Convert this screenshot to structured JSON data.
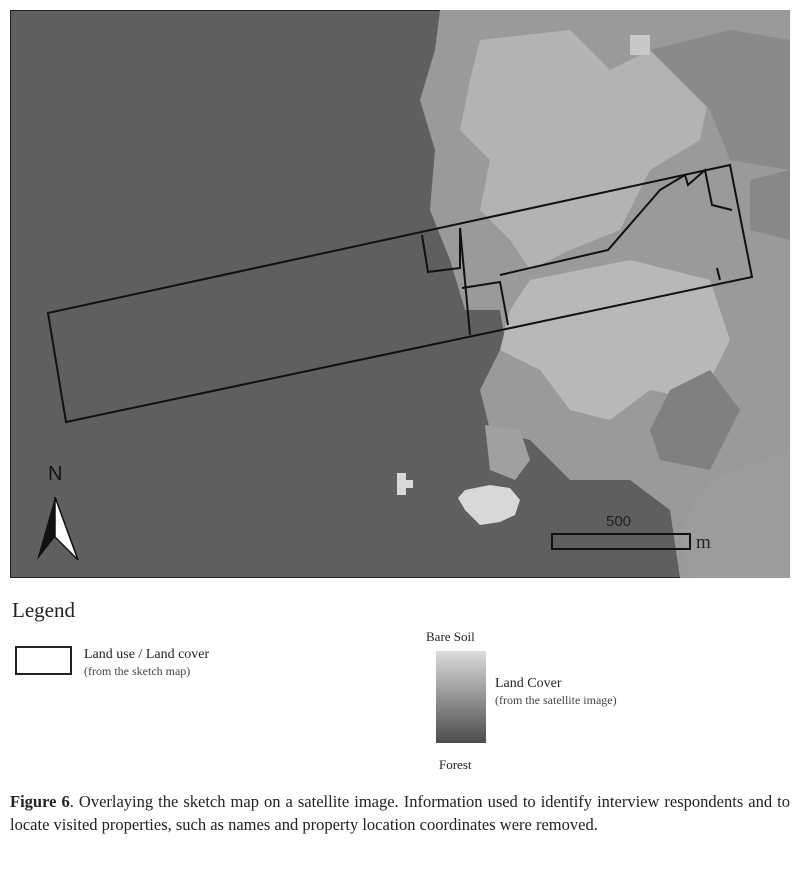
{
  "map": {
    "north_label": "N",
    "scale_value": "500",
    "scale_unit": "m"
  },
  "legend": {
    "title": "Legend",
    "sketch_label": "Land use / Land cover",
    "sketch_sub": "(from the sketch map)",
    "ramp_top": "Bare Soil",
    "ramp_bottom": "Forest",
    "ramp_label": "Land Cover",
    "ramp_sub": "(from the satellite image)"
  },
  "caption": {
    "figure_label": "Figure 6",
    "text": ". Overlaying the sketch map on a satellite image.  Information used to identify interview respondents and to locate visited properties, such as names and property location coordinates were removed."
  }
}
